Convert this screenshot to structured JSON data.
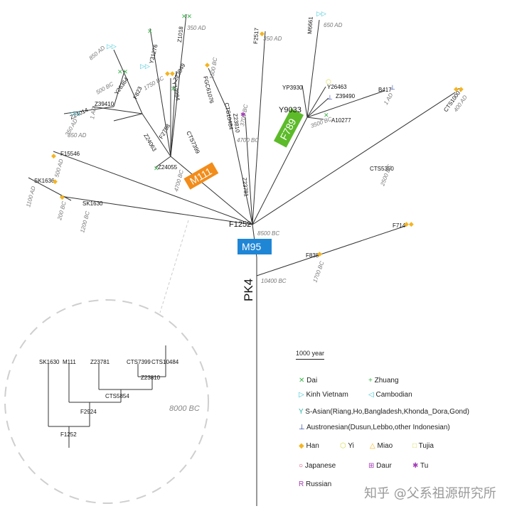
{
  "clades": {
    "pk4": "PK4",
    "m95": "M95",
    "m111": "M111",
    "f789": "F789",
    "f1252": "F1252",
    "y9033": "Y9033"
  },
  "nodes": {
    "f15546": "F15546",
    "sk1636": "SK1636",
    "sk1630": "SK1630",
    "z24014": "Z24014",
    "z39410": "Z39410",
    "y26364": "Y26364",
    "z24063": "Z24063",
    "f2758": "F2758",
    "z24055": "Z24055",
    "cts7399": "CTS7399",
    "y13994": "Y13994",
    "z23849": "Z23849",
    "y31276": "Y31276",
    "z1018": "Z1018",
    "fgc61076": "FGC61076",
    "cts10484": "CTS10484",
    "z23810": "Z23810",
    "z23781": "Z23781",
    "f2517": "F2517",
    "m6661": "M6661",
    "yp3930": "YP3930",
    "y26463": "Y26463",
    "z39490": "Z39490",
    "a10277": "A10277",
    "b417": "B417",
    "cts10007": "CTS10007",
    "cts5350": "CTS5350",
    "f714": "F714",
    "f838": "F838",
    "f823": "F823"
  },
  "dates": {
    "d8500bc": "8500 BC",
    "d10400bc": "10400 BC",
    "d650ad": "650 AD",
    "d350ad_a": "350 AD",
    "d350ad_b": "350 AD",
    "d850ad": "850 AD",
    "d500bc": "500 BC",
    "d1750bc": "1750 BC",
    "d1ad_a": "1 AD",
    "d350ad_c": "350 AD",
    "d500ad": "500 AD",
    "d1100ad": "1100 AD",
    "d200bc": "200 BC",
    "d1200bc": "1200 BC",
    "d4700bc_a": "4700 BC",
    "d1500bc": "1500 BC",
    "d3700bc": "3700 BC",
    "d4700bc_b": "4700 BC",
    "d350ad_d": "350 AD",
    "d1ad_b": "1 AD",
    "d3500bc": "3500 BC",
    "d400ad": "400 AD",
    "d2500bc": "2500 BC",
    "d1700bc": "1700 BC",
    "d8000bc": "8000 BC"
  },
  "inset": {
    "sk1630": "SK1630",
    "m111": "M111",
    "z23781": "Z23781",
    "cts7399": "CTS7399",
    "cts10484": "CTS10484",
    "z23810": "Z23810",
    "cts5854": "CTS5854",
    "f2924": "F2924",
    "f1252": "F1252"
  },
  "scale": {
    "label": "1000 year"
  },
  "legend": {
    "dai": "Dai",
    "zhuang": "Zhuang",
    "kinh": "Kinh Vietnam",
    "cambodian": "Cambodian",
    "sasian": "S-Asian(Riang,Ho,Bangladesh,Khonda_Dora,Gond)",
    "austronesian": "Austronesian(Dusun,Lebbo,other Indonesian)",
    "han": "Han",
    "yi": "Yi",
    "miao": "Miao",
    "tujia": "Tujia",
    "japanese": "Japanese",
    "daur": "Daur",
    "tu": "Tu",
    "russian": "Russian"
  },
  "colors": {
    "m95": "#1f86d6",
    "m111": "#f28c1a",
    "f789": "#5dbb2a",
    "dai": "#3cb44b",
    "kinh": "#3fc6d8",
    "han": "#f5b41f",
    "yi": "#d8d84a",
    "sasian": "#2fb6a6",
    "austronesian": "#2a3f9e",
    "japanese": "#d6336c",
    "purple": "#a23db5"
  },
  "watermark": "知乎 @父系祖源研究所"
}
